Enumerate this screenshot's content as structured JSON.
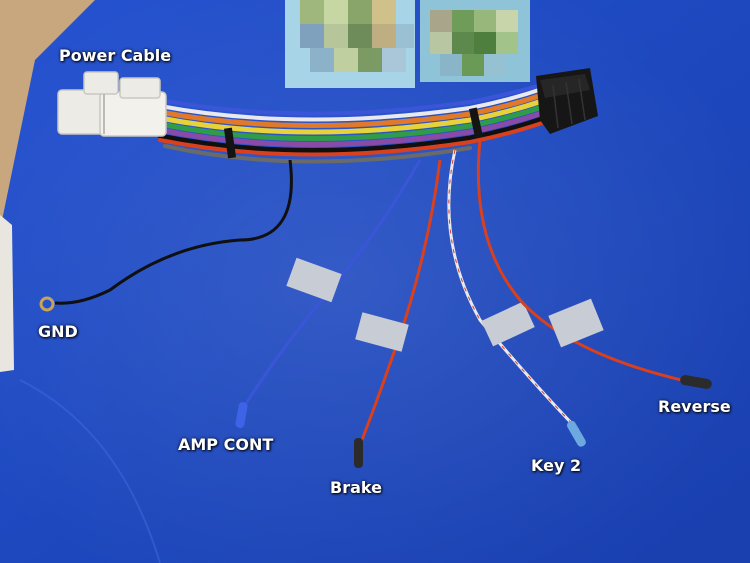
{
  "labels": {
    "power_cable": "Power Cable",
    "gnd": "GND",
    "amp_cont": "AMP CONT",
    "brake": "Brake",
    "key2": "Key 2",
    "reverse": "Reverse"
  },
  "colors": {
    "background_board": "#1f4fc4",
    "floor": "#c9a77e",
    "connector_white": "#ecebe6",
    "connector_black": "#161616",
    "wire_black": "#101010",
    "wire_blue": "#3a55d8",
    "wire_red": "#d9401d",
    "wire_white": "#e8e8ee",
    "wire_yellow": "#e8d23a",
    "wire_green": "#2f9c4a",
    "wire_purple": "#8a4aa8",
    "wire_orange": "#e07a2a",
    "tag_silver": "#c8ccd4",
    "label_text": "#ffffff"
  }
}
